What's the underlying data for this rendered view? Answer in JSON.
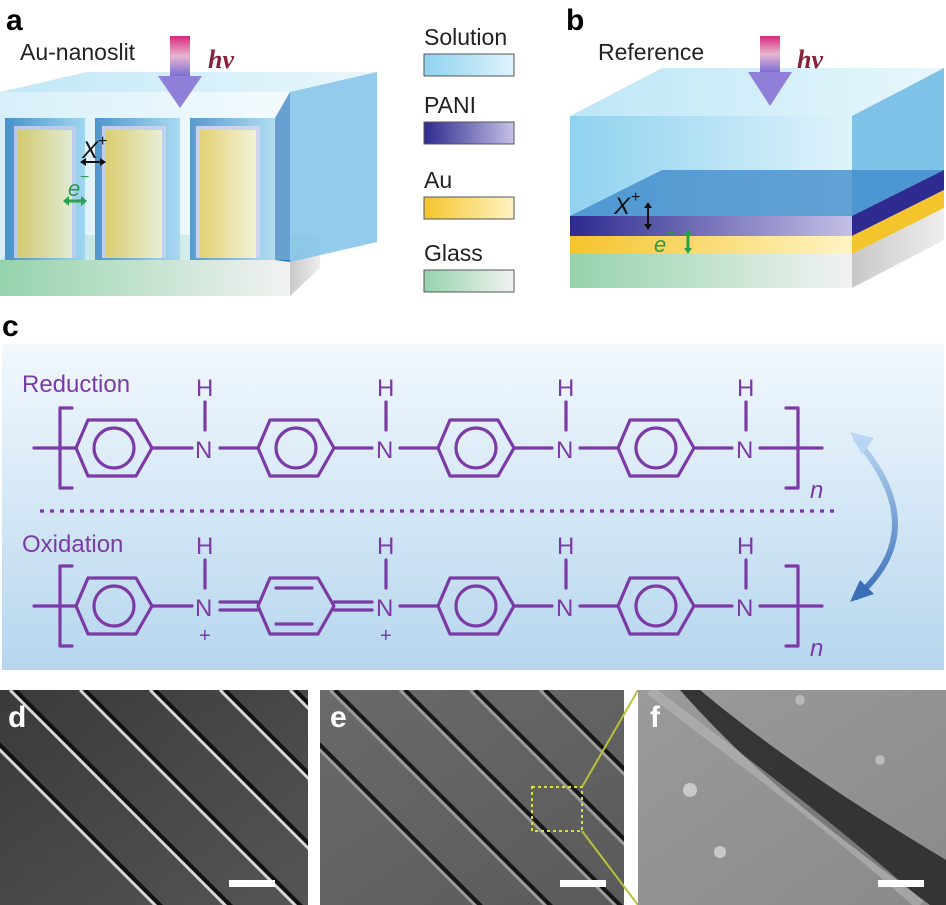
{
  "panels": {
    "a": {
      "letter": "a",
      "title": "Au-nanoslit",
      "photon": "hν",
      "cation": "X",
      "cation_sup": "+",
      "electron": "e",
      "electron_sup": "−"
    },
    "b": {
      "letter": "b",
      "title": "Reference",
      "photon": "hν",
      "cation": "X",
      "cation_sup": "+",
      "electron": "e",
      "electron_sup": "−"
    },
    "c": {
      "letter": "c",
      "reduction": "Reduction",
      "oxidation": "Oxidation",
      "subscript": "n",
      "h": "H",
      "n_atom": "N",
      "plus": "+"
    },
    "d": {
      "letter": "d"
    },
    "e": {
      "letter": "e"
    },
    "f": {
      "letter": "f"
    }
  },
  "legend": [
    {
      "label": "Solution",
      "color_from": "#8fd2ef",
      "color_to": "#dff3fb"
    },
    {
      "label": "PANI",
      "color_from": "#2e2a8f",
      "color_to": "#c4c0e6"
    },
    {
      "label": "Au",
      "color_from": "#f4c42c",
      "color_to": "#fff4c4"
    },
    {
      "label": "Glass",
      "color_from": "#95d3ac",
      "color_to": "#f2f2f2"
    }
  ],
  "colors": {
    "photon_arrow_top": "#d6287a",
    "photon_arrow_bottom": "#7b6ed6",
    "chem": "#7b3aa6",
    "cycle_arrow": "#4a86d0",
    "electron_arrow": "#2aa14a",
    "sem_box": "#d9e03a"
  }
}
